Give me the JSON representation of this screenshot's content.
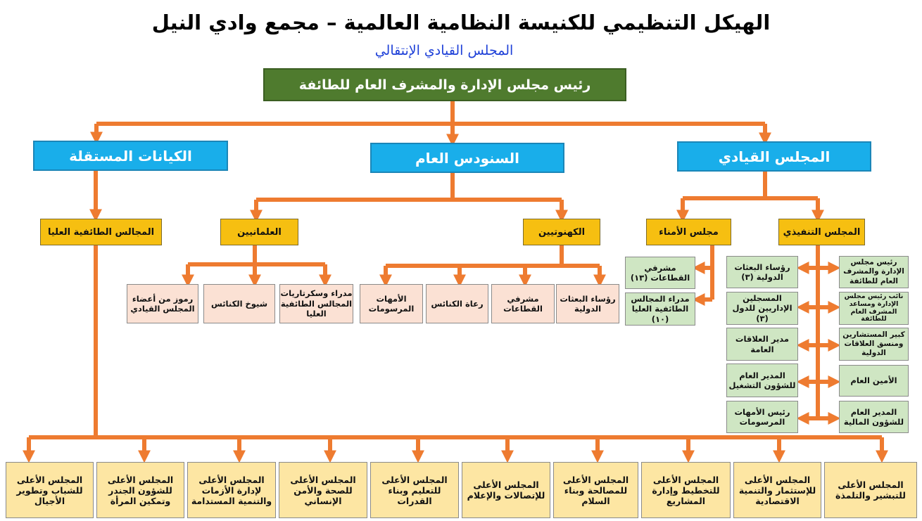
{
  "title": "الهيكل التنظيمي للكنيسة النظامية العالمية – مجمع وادي النيل",
  "subtitle": "المجلس القيادي الإنتقالي",
  "head": "رئيس مجلس الإدارة والمشرف العام للطائفة",
  "level1": {
    "leadership": "المجلس القيادي",
    "synod": "السنودس العام",
    "independent": "الكيانات المستقلة"
  },
  "level2": {
    "executive": "المجلس التنفيذي",
    "trustees": "مجلس الأمناء",
    "clergy": "الكهنوتيين",
    "laity": "العلمانيين",
    "supreme_councils": "المجالس الطائفية العليا"
  },
  "clergy_children": [
    "رؤساء البعثات الدولية",
    "مشرفي القطاعات",
    "رعاة الكنائس",
    "الأمهات المرسومات"
  ],
  "laity_children": [
    "مدراء وسكرتاريات المجالس الطائفية العليا",
    "شيوخ الكنائس",
    "رموز من أعضاء المجلس القيادي"
  ],
  "trustees_children": [
    "مشرفي القطاعات (١٣)",
    "مدراء المجالس الطائفية العليا (١٠)"
  ],
  "executive_right": [
    "رئيس مجلس الإدارة والمشرف العام للطائفة",
    "نائب رئيس مجلس الإدارة ومساعد المشرف العام للطائفة",
    "كبير المستشارين ومنسق العلاقات الدولية",
    "الأمين العام",
    "المدير العام للشؤون المالية"
  ],
  "executive_left": [
    "رؤساء البعثات الدولية (٣)",
    "المسجلين الإداريين للدول (٣)",
    "مدير العلاقات العامة",
    "المدير العام للشؤون التشغيل",
    "رئيس الأمهات المرسومات"
  ],
  "councils": [
    "المجلس الأعلى للتبشير والتلمذة",
    "المجلس الأعلى للإستثمار والتنمية الاقتصادية",
    "المجلس الأعلى للتخطيط وإدارة المشاريع",
    "المجلس الأعلى للمصالحة وبناء السلام",
    "المجلس الأعلى للإتصالات والإعلام",
    "المجلس الأعلى للتعليم وبناء القدرات",
    "المجلس الأعلى للصحة والأمن الإنساني",
    "المجلس الأعلى لإدارة الأزمات والتنمية المستدامة",
    "المجلس الأعلى للشؤون الجندر وتمكين المرأة",
    "المجلس الأعلى للشباب وتطوير الأجيال"
  ],
  "colors": {
    "connector": "#ee7b30",
    "head_fill": "#4f7b2e",
    "level1_fill": "#19aeea",
    "level2_fill": "#f6bf11",
    "pink_fill": "#fbe1d4",
    "green_fill": "#cfe6c3",
    "cream_fill": "#fde6a3",
    "subtitle": "#1e40d8"
  }
}
